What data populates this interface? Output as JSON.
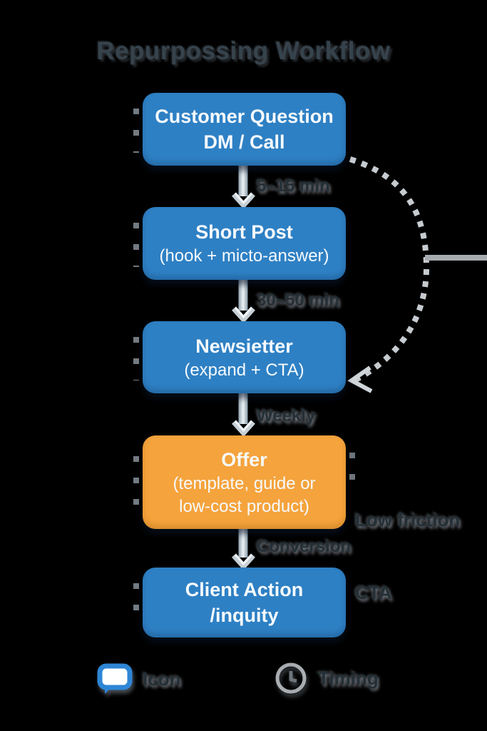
{
  "title": "Repurpossing Workflow",
  "flow": {
    "boxes": [
      {
        "line1": "Customer Question",
        "line2": "DM / Call",
        "color": "#2e80c4"
      },
      {
        "line1": "Short Post",
        "line2": "(hook + micto-answer)",
        "color": "#2e80c4"
      },
      {
        "line1": "Newsietter",
        "line2": "(expand + CTA)",
        "color": "#2e80c4"
      },
      {
        "line1": "Offer",
        "line2": "(template, guide or",
        "line3": "low-cost product)",
        "color": "#f5a33c"
      },
      {
        "line1": "Client Action",
        "line2": "/inquity",
        "color": "#2e80c4"
      }
    ],
    "arrow_labels": [
      "5–15 min",
      "30–50 min",
      "Weekly",
      "Conversion"
    ]
  },
  "side_note": {
    "line1": "Low friction",
    "line2": "CTA"
  },
  "legend": {
    "items": [
      {
        "icon": "chat-bubble-icon",
        "label": "Icon"
      },
      {
        "icon": "clock-icon",
        "label": "Timing"
      }
    ]
  },
  "colors": {
    "background": "#000000",
    "node_blue": "#2e80c4",
    "node_orange": "#f5a33c",
    "node_text": "#f6fafd",
    "arrow_fill": "#dfe6ea",
    "dashed_curve": "#c6cbd0",
    "dark_label": "#242f36",
    "legend_bubble_blue": "#2e86d6",
    "legend_clock_gray": "#c3c8cc"
  }
}
